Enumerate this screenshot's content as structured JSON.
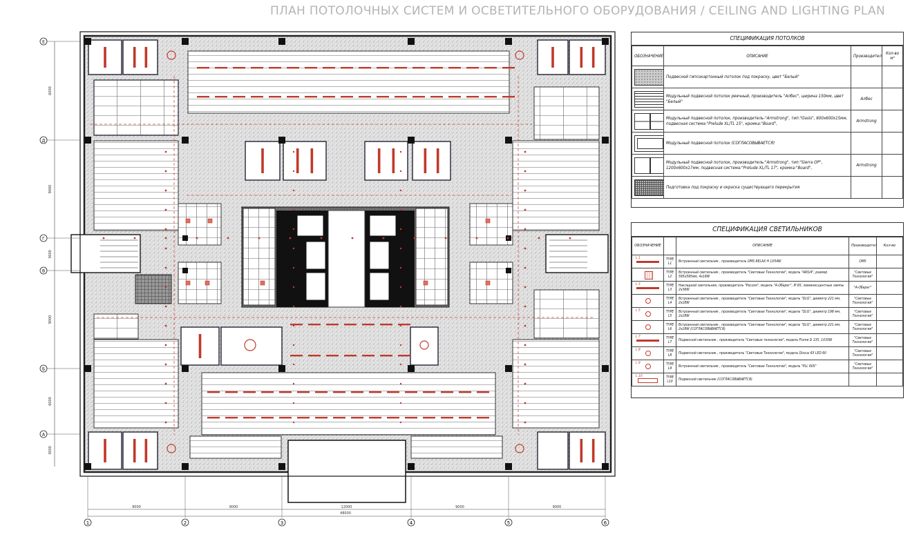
{
  "header": {
    "title": "ПЛАН ПОТОЛОЧНЫХ СИСТЕМ И ОСВЕТИТЕЛЬНОГО ОБОРУДОВАНИЯ / CEILING AND LIGHTING PLAN"
  },
  "plan": {
    "axes_bottom": [
      "1",
      "2",
      "3",
      "4",
      "5",
      "6"
    ],
    "axes_left": [
      "Е",
      "Д",
      "Г",
      "В",
      "Б",
      "А"
    ],
    "dims_bottom": [
      "9000",
      "9000",
      "12000",
      "9000",
      "9000"
    ],
    "dim_total": "48000",
    "dims_left": [
      "6000",
      "9000",
      "3000",
      "9000",
      "6000",
      "3000"
    ]
  },
  "ceiling_spec": {
    "caption": "СПЕЦИФИКАЦИЯ ПОТОЛКОВ",
    "headers": [
      "ОБОЗНАЧЕНИЕ",
      "ОПИСАНИЕ",
      "Производитель",
      "Кол-во м²"
    ],
    "rows": [
      {
        "swatch": "speck",
        "desc": "Подвесной гипсокартонный потолок под покраску, цвет \"Белый\"",
        "maker": ""
      },
      {
        "swatch": "lines",
        "desc": "Модульный подвесной потолок реечный, производитель \"Албес\", ширина 150мм, цвет \"Белый\"",
        "maker": "Албес"
      },
      {
        "swatch": "grid",
        "desc": "Модульный подвесной потолок, производитель-\"Armstrong\", тип:\"Oasis\", 600х600х15мм, подвесная система:\"Prelude XL/TL 15\", кромка:\"Board\",",
        "maker": "Armstrong"
      },
      {
        "swatch": "frame",
        "desc": "Модульный подвесной потолок  (СОГЛАСОВЫВАЕТСЯ)",
        "maker": ""
      },
      {
        "swatch": "wide",
        "desc": "Модульный подвесной потолок, производитель:\"Armstrong\", тип:\"Sierra OP\", 1200х600х17мм,  подвесная система:\"Prelude XL/TL 17\", кромка:\"Board\",",
        "maker": "Armstrong"
      },
      {
        "swatch": "dense",
        "desc": "Подготовка под покраску и окраска существующего перекрытия",
        "maker": ""
      }
    ]
  },
  "light_spec": {
    "caption": "СПЕЦИФИКАЦИЯ СВЕТИЛЬНИКОВ",
    "headers": [
      "ОБОЗНАЧЕНИЕ",
      "",
      "ОПИСАНИЕ",
      "Производитель",
      "Кол-во"
    ],
    "rows": [
      {
        "sym": "bar",
        "label": "L 1",
        "type": "TYPE L1",
        "desc": "Встроенный светильник , производитель OMS RELAX H 1Х54W",
        "maker": "OMS"
      },
      {
        "sym": "sq",
        "label": "",
        "type": "TYPE L2",
        "desc": "Встроенный светильник , производитель \"Световые Технологии\", модель \"ARS/4\", размер 595х595мм, 4х18W",
        "maker": "\"Световые Технологии\""
      },
      {
        "sym": "bar",
        "label": "L 3",
        "type": "TYPE L3",
        "desc": "Накладной светильник, производитель \"Россия\", модель \"А-Оберег\", IP 65, люминесцентные лампы 2х36W",
        "maker": "\"А-Оберег\""
      },
      {
        "sym": "cir",
        "label": "",
        "type": "TYPE L4",
        "desc": "Встроенный светильник , производитель \"Световые Технологии\", модель \"DLG\", диаметр 221 мм, 2х18W",
        "maker": "\"Световые Технологии\""
      },
      {
        "sym": "cir",
        "label": "L 5",
        "type": "TYPE L5",
        "desc": "Встроенный светильник , производитель \"Световые Технологии\", модель \"DLG\", диаметр 198 мм, 2х18W",
        "maker": "\"Световые Технологии\""
      },
      {
        "sym": "cir",
        "label": "",
        "type": "TYPE L6",
        "desc": "Встроенный светильник , производитель \"Световые Технологии\", модель \"DLG\", диаметр 221 мм, 2х18W (СОГЛАСОВЫВАЕТСЯ)",
        "maker": "\"Световые Технологии\""
      },
      {
        "sym": "bar",
        "label": "L 7",
        "type": "TYPE L7",
        "desc": "Подвесной светильник , производитель \"Световые технологии\", модель Flume D 135, 1Х35W",
        "maker": "\"Световые Технологии\""
      },
      {
        "sym": "cir",
        "label": "L 8",
        "type": "TYPE L8",
        "desc": "Подвесной светильник , производитель \"Световые Технологии\", модель Discus 63 LED 60",
        "maker": "\"Световые Технологии\""
      },
      {
        "sym": "cir",
        "label": "L 9",
        "type": "TYPE L9",
        "desc": "Встроенный светильник , производитель \"Световые Технологии\", модель \"PLL 60S\"",
        "maker": "\"Световые Технологии\""
      },
      {
        "sym": "rect",
        "label": "L 10",
        "type": "TYPE L10",
        "desc": "Подвесной светильник (СОГЛАСОВЫВАЕТСЯ)",
        "maker": ""
      }
    ]
  }
}
